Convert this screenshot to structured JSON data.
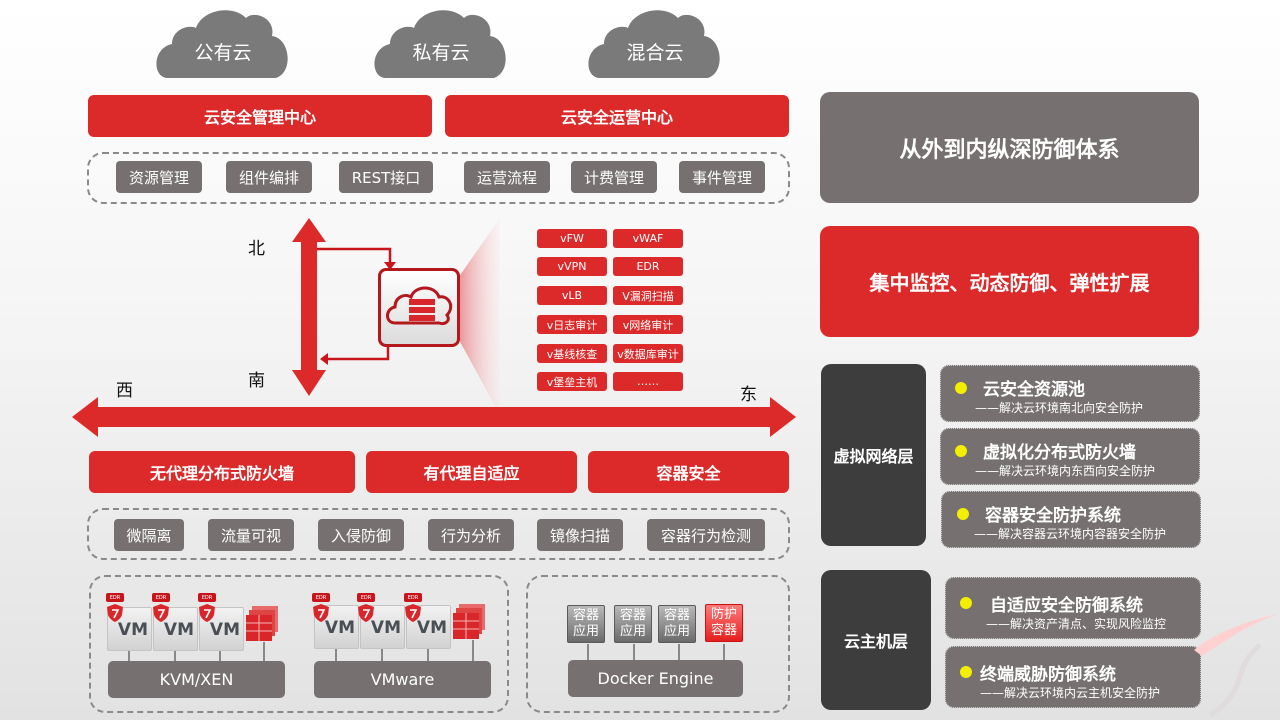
{
  "clouds": [
    {
      "label": "公有云"
    },
    {
      "label": "私有云"
    },
    {
      "label": "混合云"
    }
  ],
  "centers": {
    "management": "云安全管理中心",
    "operations": "云安全运营中心"
  },
  "mgmt_functions": [
    "资源管理",
    "组件编排",
    "REST接口",
    "运营流程",
    "计费管理",
    "事件管理"
  ],
  "directions": {
    "north": "北",
    "south": "南",
    "west": "西",
    "east": "东"
  },
  "resource_pool_icon": "cloud-server-icon",
  "virtual_components": [
    "vFW",
    "vWAF",
    "vVPN",
    "EDR",
    "vLB",
    "V漏洞扫描",
    "v日志审计",
    "v网络审计",
    "v基线核查",
    "v数据库审计",
    "v堡垒主机",
    "……"
  ],
  "protection_bars": [
    "无代理分布式防火墙",
    "有代理自适应",
    "容器安全"
  ],
  "protection_functions": [
    "微隔离",
    "流量可视",
    "入侵防御",
    "行为分析",
    "镜像扫描",
    "容器行为检测"
  ],
  "virtualization": {
    "vm_label": "VM",
    "edr_badge": "EDR",
    "platforms": [
      "KVM/XEN",
      "VMware"
    ]
  },
  "docker": {
    "apps": [
      "容器\n应用",
      "容器\n应用",
      "容器\n应用"
    ],
    "protect": "防护\n容器",
    "app_lines": [
      [
        "容器",
        "应用"
      ],
      [
        "容器",
        "应用"
      ],
      [
        "容器",
        "应用"
      ]
    ],
    "protect_lines": [
      "防护",
      "容器"
    ],
    "engine": "Docker Engine"
  },
  "right_panel": {
    "headline": "从外到内纵深防御体系",
    "tagline": "集中监控、动态防御、弹性扩展",
    "layers": [
      {
        "name": "虚拟网络层",
        "items": [
          {
            "title": "云安全资源池",
            "subtitle": "——解决云环境南北向安全防护"
          },
          {
            "title": "虚拟化分布式防火墙",
            "subtitle": "——解决云环境内东西向安全防护"
          },
          {
            "title": "容器安全防护系统",
            "subtitle": "——解决容器云环境内容器安全防护"
          }
        ]
      },
      {
        "name": "云主机层",
        "items": [
          {
            "title": "自适应安全防御系统",
            "subtitle": "——解决资产清点、实现风险监控"
          },
          {
            "title": "终端威胁防御系统",
            "subtitle": "——解决云环境内云主机安全防护"
          }
        ]
      }
    ]
  },
  "colors": {
    "brand_red": "#dc2a2a",
    "neutral_gray": "#767170",
    "layer_dark": "#3e3d3d",
    "bullet_yellow": "#f4ee00"
  }
}
